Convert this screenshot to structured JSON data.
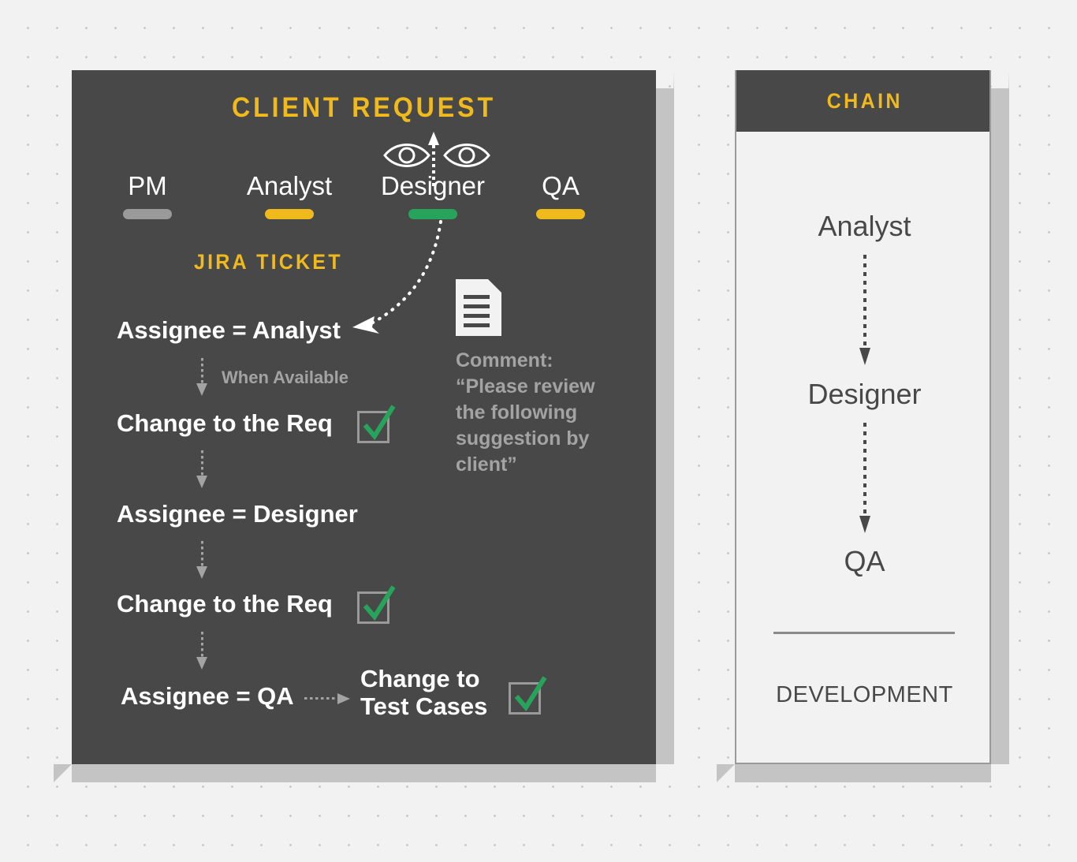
{
  "colors": {
    "page_background": "#f2f2f2",
    "dark_panel": "#484848",
    "accent_yellow": "#f0b91c",
    "accent_green": "#27a35b",
    "accent_gray": "#9a9a9a",
    "muted_text": "#a3a3a3",
    "shadow": "#c4c4c4"
  },
  "left_panel": {
    "title": "CLIENT REQUEST",
    "section_title": "JIRA TICKET",
    "roles": [
      {
        "label": "PM",
        "bar_color": "#9a9a9a",
        "icon": "role-bar-pm"
      },
      {
        "label": "Analyst",
        "bar_color": "#f0b91c",
        "icon": "role-bar-analyst"
      },
      {
        "label": "Designer",
        "bar_color": "#27a35b",
        "icon": "role-bar-designer"
      },
      {
        "label": "QA",
        "bar_color": "#f0b91c",
        "icon": "role-bar-qa"
      }
    ],
    "eyes_icon": "eye-icon",
    "up_arrow_icon": "dotted-arrow-up-icon",
    "curve_arrow_icon": "dotted-curved-arrow-icon",
    "flow_steps": [
      {
        "label": "Assignee = Analyst",
        "checkbox": false
      },
      {
        "label": "Change to the Req",
        "checkbox": true
      },
      {
        "label": "Assignee = Designer",
        "checkbox": false
      },
      {
        "label": "Change to the Req",
        "checkbox": true
      },
      {
        "label": "Assignee = QA",
        "checkbox": false
      }
    ],
    "branch_step": {
      "label": "Change to\nTest Cases",
      "checkbox": true
    },
    "edge_label": "When Available",
    "comment": {
      "doc_icon": "document-icon",
      "text": "Comment:\n“Please review the following suggestion by client”"
    },
    "checkbox_icon": "checkbox-checked-icon"
  },
  "right_panel": {
    "header_title": "CHAIN",
    "nodes": [
      {
        "label": "Analyst"
      },
      {
        "label": "Designer"
      },
      {
        "label": "QA"
      }
    ],
    "arrow_icon": "dotted-arrow-down-icon",
    "divider": "divider-line",
    "footer_label": "DEVELOPMENT"
  }
}
